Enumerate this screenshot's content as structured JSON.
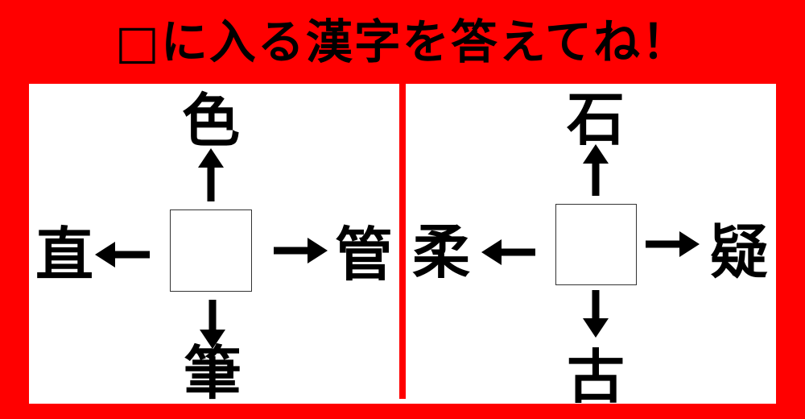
{
  "title": "□に入る漢字を答えてね！",
  "colors": {
    "background": "#ff0000",
    "panel": "#ffffff",
    "text": "#000000"
  },
  "puzzles": [
    {
      "up": "色",
      "left": "直",
      "right": "管",
      "down": "筆"
    },
    {
      "up": "石",
      "left": "柔",
      "right": "疑",
      "down": "古"
    }
  ]
}
